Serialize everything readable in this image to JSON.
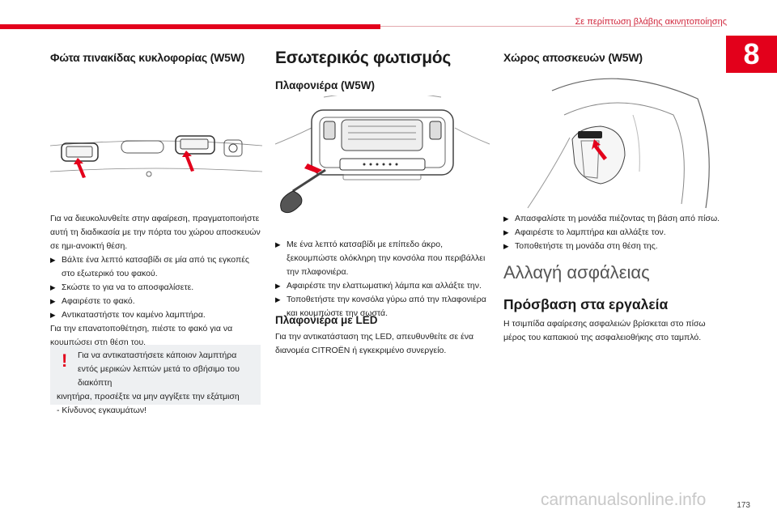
{
  "header": {
    "section_title": "Σε περίπτωση βλάβης ακινητοποίησης",
    "chapter_number": "8"
  },
  "col1": {
    "title": "Φώτα πινακίδας κυκλοφορίας (W5W)",
    "intro": "Για να διευκολυνθείτε στην αφαίρεση, πραγματοποιήστε αυτή τη διαδικασία με την πόρτα του χώρου αποσκευών σε ημι-ανοικτή θέση.",
    "steps": [
      "Βάλτε ένα λεπτό κατσαβίδι σε μία από τις εγκοπές στο εξωτερικό του φακού.",
      "Σκώστε το για να το αποσφαλίσετε.",
      "Αφαιρέστε το φακό.",
      "Αντικαταστήστε τον καμένο λαμπτήρα."
    ],
    "outro": "Για την επανατοποθέτηση, πιέστε το φακό για να κουμπώσει στη θέση του.",
    "warning": {
      "icon": "exclamation-icon",
      "line1": "Για να αντικαταστήσετε κάποιον λαμπτήρα εντός μερικών λεπτών μετά το σβήσιμο του διακόπτη",
      "line2": "κινητήρα, προσέξτε να μην αγγίξετε την εξάτμιση",
      "line3": "- Κίνδυνος εγκαυμάτων!"
    }
  },
  "col2": {
    "title": "Εσωτερικός φωτισμός",
    "subtitle": "Πλαφονιέρα (W5W)",
    "steps": [
      "Με ένα λεπτό κατσαβίδι με επίπεδο άκρο, ξεκουμπώστε ολόκληρη την κονσόλα που περιβάλλει την πλαφονιέρα.",
      "Αφαιρέστε την ελαττωματική λάμπα και αλλάξτε την.",
      "Τοποθετήστε την κονσόλα γύρω από την πλαφονιέρα και κουμπώστε την σωστά."
    ],
    "led_title": "Πλαφονιέρα με LED",
    "led_text": "Για την αντικατάσταση της LED, απευθυνθείτε σε ένα διανομέα CITROËN ή εγκεκριμένο συνεργείο."
  },
  "col3": {
    "title": "Χώρος αποσκευών (W5W)",
    "steps": [
      "Απασφαλίστε τη μονάδα πιέζοντας τη βάση από πίσω.",
      "Αφαιρέστε το λαμπτήρα και αλλάξτε τον.",
      "Τοποθετήστε τη μονάδα στη θέση της."
    ],
    "fuse_title": "Αλλαγή ασφάλειας",
    "tools_title": "Πρόσβαση στα εργαλεία",
    "tools_text": "Η τσιμπίδα αφαίρεσης ασφαλειών βρίσκεται στο πίσω μέρος του καπακιού της ασφαλειοθήκης στο ταμπλό."
  },
  "footer": {
    "page_number": "173",
    "watermark": "carmanualsonline.info"
  },
  "colors": {
    "accent": "#e3001b",
    "warning_bg": "#eef0f2"
  }
}
